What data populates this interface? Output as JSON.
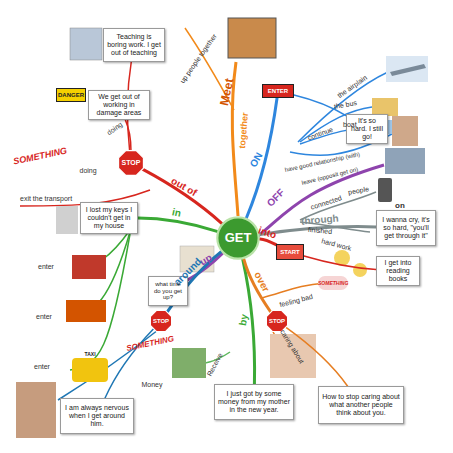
{
  "diagram": {
    "nodes": [
      {
        "text": [
          "GET"
        ]
      },
      {
        "text": [
          "Teaching is boring work. I get out of teaching"
        ]
      },
      {
        "text": [
          "DANGER"
        ]
      },
      {
        "text": [
          "We get out of working in damage areas"
        ]
      },
      {
        "text": [
          "STOP"
        ]
      },
      {
        "text": [
          "I lost my keys I couldn't get in my house"
        ]
      },
      {
        "text": [
          "what time do you get up?"
        ]
      },
      {
        "text": [
          "STOP"
        ]
      },
      {
        "text": [
          "I am always nervous when I get around him."
        ]
      },
      {
        "text": [
          "I just got by some money from my mother in the new year."
        ]
      },
      {
        "text": [
          "STOP"
        ]
      },
      {
        "text": [
          "How to stop caring about what another people think about you."
        ]
      },
      {
        "text": [
          "START"
        ]
      },
      {
        "text": [
          "I get into reading books"
        ]
      },
      {
        "text": [
          "I wanna cry, it's so hard, \"you'll get through it\""
        ]
      },
      {
        "text": [
          "ENTER"
        ]
      },
      {
        "text": [
          "It's so hard. I still go!"
        ]
      }
    ],
    "edges": [
      {
        "from": 0,
        "to": 4,
        "arrow": "none",
        "label": "out of"
      },
      {
        "from": 4,
        "to": 1,
        "arrow": "none"
      },
      {
        "from": 4,
        "to": 3,
        "arrow": "none"
      },
      {
        "from": 0,
        "to": 5,
        "arrow": "none",
        "label": "in"
      },
      {
        "from": 0,
        "to": 6,
        "arrow": "none",
        "label": "up"
      },
      {
        "from": 0,
        "to": 7,
        "arrow": "none",
        "label": "around"
      },
      {
        "from": 7,
        "to": 8,
        "arrow": "none"
      },
      {
        "from": 0,
        "to": 9,
        "arrow": "none",
        "label": "by"
      },
      {
        "from": 0,
        "to": 10,
        "arrow": "none",
        "label": "over"
      },
      {
        "from": 10,
        "to": 11,
        "arrow": "none"
      },
      {
        "from": 0,
        "to": 12,
        "arrow": "none",
        "label": "into"
      },
      {
        "from": 12,
        "to": 13,
        "arrow": "none"
      },
      {
        "from": 0,
        "to": 14,
        "arrow": "none",
        "label": "through"
      },
      {
        "from": 0,
        "to": 15,
        "arrow": "none",
        "label": "ON"
      },
      {
        "from": 15,
        "to": 16,
        "arrow": "none"
      }
    ],
    "labels": [
      "Meet",
      "together",
      "up people together",
      "the airplain",
      "the bus",
      "boat",
      "continue",
      "have good relationship (with)",
      "OFF",
      "leave (opposit get on)",
      "connected",
      "finished",
      "hard work",
      "people",
      "on",
      "feeling bad",
      "caring about",
      "Receive",
      "Money",
      "SOMETHING",
      "SOMETHING",
      "SOMETHING",
      "doing",
      "doing",
      "exit the transport",
      "enter",
      "enter",
      "enter",
      "TAXI"
    ]
  }
}
